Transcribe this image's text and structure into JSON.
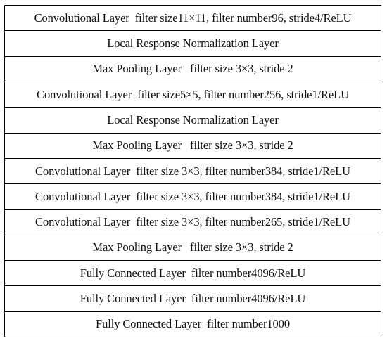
{
  "layers": [
    "Convolutional Layer  filter size11×11, filter number96, stride4/ReLU",
    "Local Response Normalization Layer",
    "Max Pooling Layer   filter size 3×3, stride 2",
    "Convolutional Layer  filter size5×5, filter number256, stride1/ReLU",
    "Local Response Normalization Layer",
    "Max Pooling Layer   filter size 3×3, stride 2",
    "Convolutional Layer  filter size 3×3, filter number384, stride1/ReLU",
    "Convolutional Layer  filter size 3×3, filter number384, stride1/ReLU",
    "Convolutional Layer  filter size 3×3, filter number265, stride1/ReLU",
    "Max Pooling Layer   filter size 3×3, stride 2",
    "Fully Connected Layer  filter number4096/ReLU",
    "Fully Connected Layer  filter number4096/ReLU",
    "Fully Connected Layer  filter number1000"
  ]
}
